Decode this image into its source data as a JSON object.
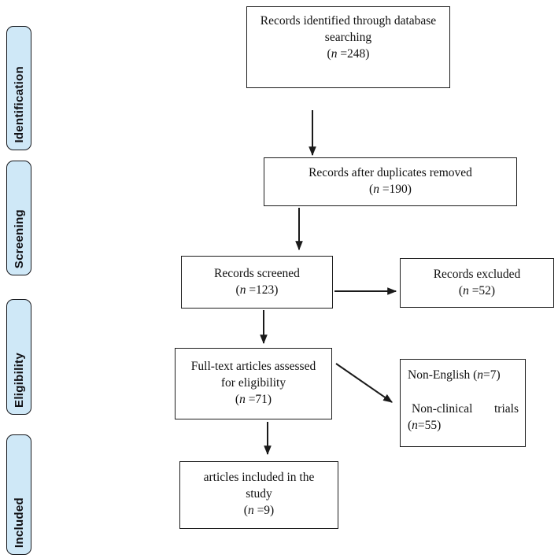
{
  "figure": {
    "kind": "PRISMA flow diagram"
  },
  "colors": {
    "stage_fill": "#cfe8f7",
    "border": "#1a1a1a"
  },
  "sidebar": {
    "stages": [
      {
        "label": "Identification"
      },
      {
        "label": "Screening"
      },
      {
        "label": "Eligibility"
      },
      {
        "label": "Included"
      }
    ]
  },
  "boxes": {
    "identified": {
      "line1": "Records identified through database",
      "line2": "searching",
      "count": {
        "pre": "(",
        "n": "n",
        "post": " =248)"
      }
    },
    "duplicates": {
      "line1": "Records after duplicates removed",
      "count": {
        "pre": "(",
        "n": "n",
        "post": " =190)"
      }
    },
    "screened": {
      "line1": "Records screened",
      "count": {
        "pre": "(",
        "n": "n",
        "post": " =123)"
      }
    },
    "excluded": {
      "line1": "Records excluded",
      "count": {
        "pre": "(",
        "n": "n",
        "post": " =52)"
      }
    },
    "fulltext": {
      "line1": "Full-text articles assessed",
      "line2": "for eligibility",
      "count": {
        "pre": "(",
        "n": "n",
        "post": " =71)"
      }
    },
    "reasons": {
      "line1": {
        "pre": "Non-English (",
        "n": "n",
        "post": "=7)"
      },
      "line2": {
        "w1": "Non-clinical",
        "w2": "trials"
      },
      "line3": {
        "pre": "(",
        "n": "n",
        "post": "=55)"
      }
    },
    "included": {
      "line1": "articles included in the",
      "line2": "study",
      "count": {
        "pre": "(",
        "n": "n",
        "post": " =9)"
      }
    }
  }
}
